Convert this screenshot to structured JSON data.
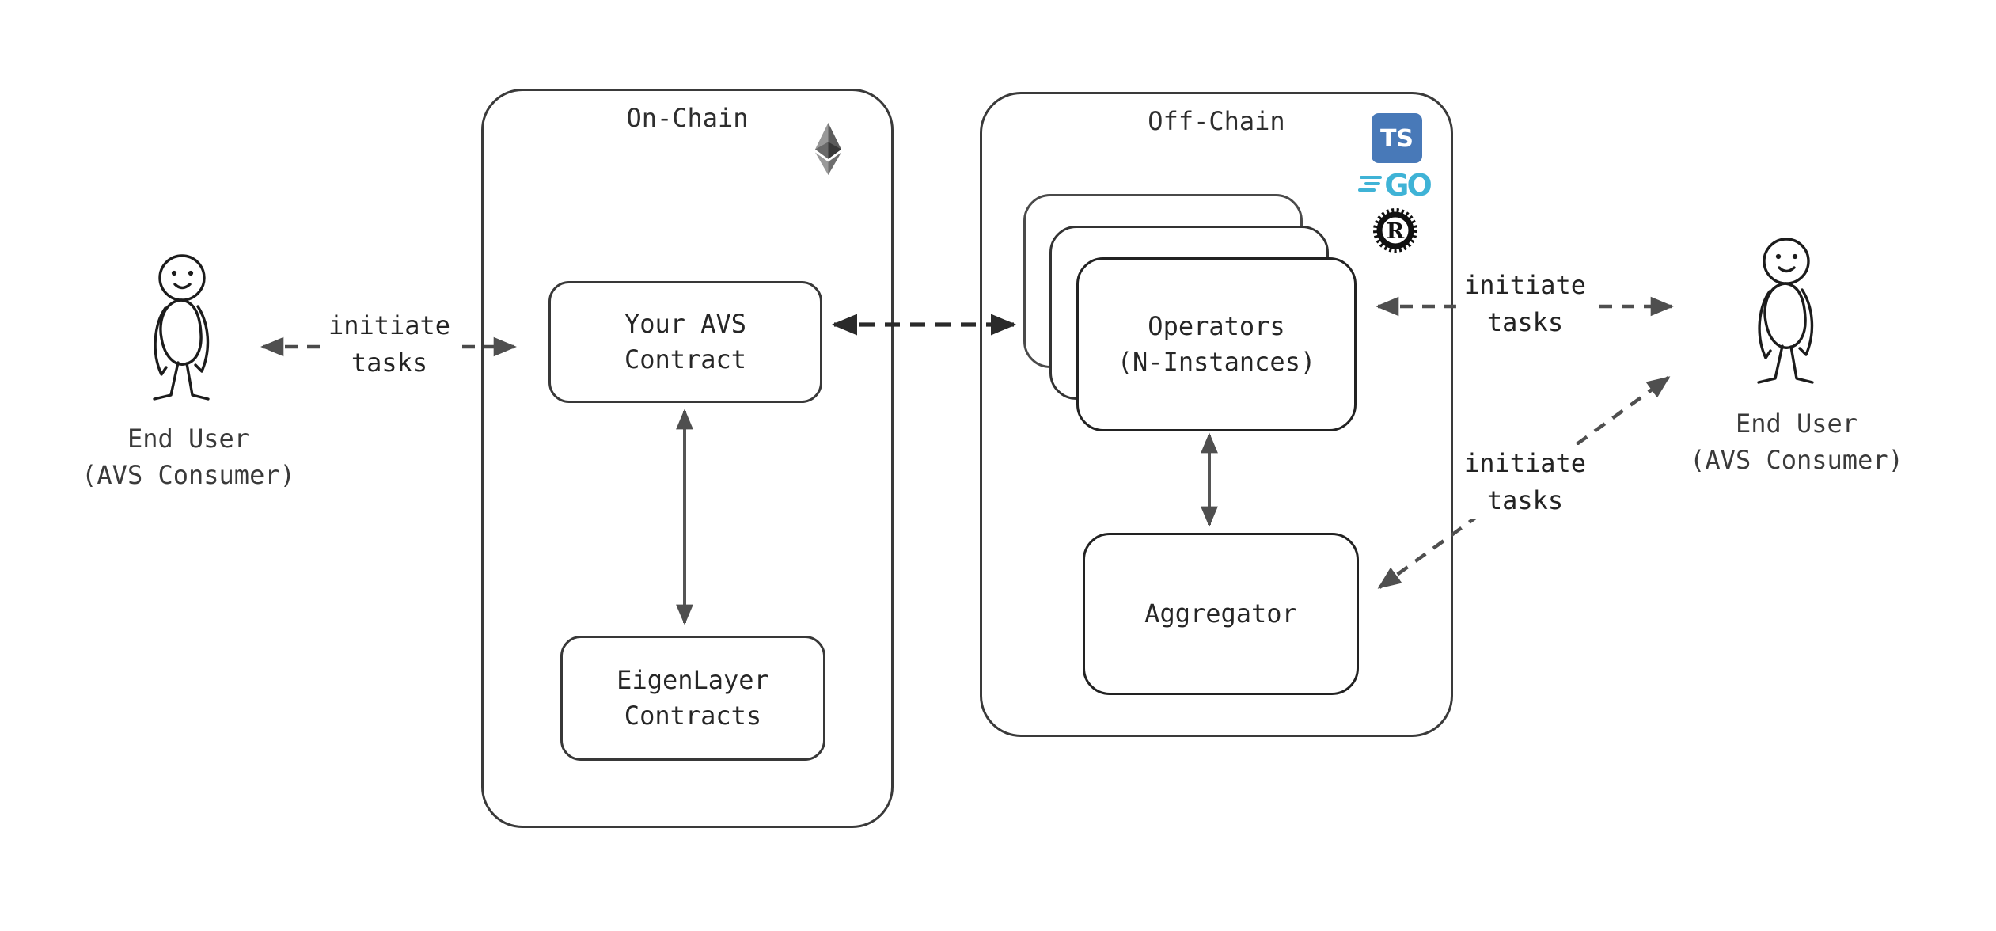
{
  "containers": {
    "on_chain": {
      "title": "On-Chain"
    },
    "off_chain": {
      "title": "Off-Chain"
    }
  },
  "nodes": {
    "avs_contract": {
      "line1": "Your AVS",
      "line2": "Contract"
    },
    "eigenlayer_contracts": {
      "line1": "EigenLayer",
      "line2": "Contracts"
    },
    "operators": {
      "line1": "Operators",
      "line2": "(N-Instances)"
    },
    "aggregator": {
      "label": "Aggregator"
    }
  },
  "edge_labels": {
    "left": {
      "line1": "initiate",
      "line2": "tasks"
    },
    "right_top": {
      "line1": "initiate",
      "line2": "tasks"
    },
    "right_diagonal": {
      "line1": "initiate",
      "line2": "tasks"
    }
  },
  "actors": {
    "left": {
      "line1": "End User",
      "line2": "(AVS Consumer)"
    },
    "right": {
      "line1": "End User",
      "line2": "(AVS Consumer)"
    }
  },
  "logos": {
    "typescript": {
      "label": "TS",
      "color": "#4879b8"
    },
    "go": {
      "label": "GO",
      "color": "#3fb3d6"
    },
    "rust": {
      "label": "R",
      "color": "#111111"
    }
  },
  "colors": {
    "ink": "#2a2a2a",
    "arrow_gray": "#4f4f4f",
    "arrow_dark": "#2a2a2a",
    "background": "#ffffff"
  }
}
